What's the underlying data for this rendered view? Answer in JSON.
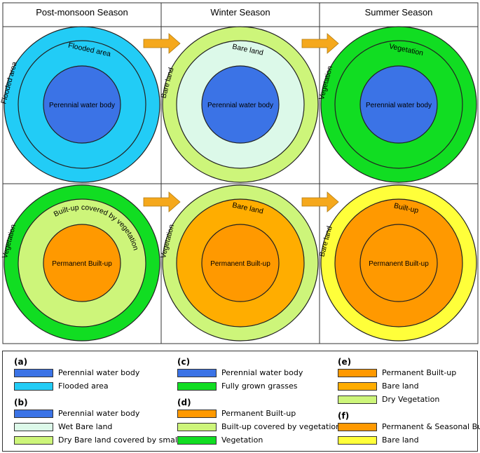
{
  "columns": [
    "Post-monsoon Season",
    "Winter Season",
    "Summer Season"
  ],
  "panels": [
    {
      "rings": [
        {
          "color": "#22ccf6",
          "label": "Flooded area",
          "label_mode": "side"
        },
        {
          "color": "#22ccf6",
          "label": "Flooded area",
          "label_mode": "top"
        },
        {
          "color": "#3b73e6",
          "label": "Perennial water body",
          "label_mode": "center"
        }
      ]
    },
    {
      "rings": [
        {
          "color": "#cdf57a",
          "label": "Bare land",
          "label_mode": "side"
        },
        {
          "color": "#dcf9e9",
          "label": "Bare land",
          "label_mode": "top"
        },
        {
          "color": "#3b73e6",
          "label": "Perennial water body",
          "label_mode": "center"
        }
      ]
    },
    {
      "rings": [
        {
          "color": "#11dd22",
          "label": "Vegetation",
          "label_mode": "side"
        },
        {
          "color": "#11dd22",
          "label": "Vegetation",
          "label_mode": "top"
        },
        {
          "color": "#3b73e6",
          "label": "Perennial water body",
          "label_mode": "center"
        }
      ]
    },
    {
      "rings": [
        {
          "color": "#11dd22",
          "label": "Vegetation",
          "label_mode": "side"
        },
        {
          "color": "#cdf57a",
          "label": "Built-up covered by vegetation",
          "label_mode": "arc"
        },
        {
          "color": "#ff9900",
          "label": "Permanent Built-up",
          "label_mode": "center"
        }
      ]
    },
    {
      "rings": [
        {
          "color": "#cdf57a",
          "label": "Vegetation",
          "label_mode": "side"
        },
        {
          "color": "#ffad00",
          "label": "Bare land",
          "label_mode": "top"
        },
        {
          "color": "#ff9900",
          "label": "Permanent Built-up",
          "label_mode": "center"
        }
      ]
    },
    {
      "rings": [
        {
          "color": "#ffff3a",
          "label": "Bare land",
          "label_mode": "side"
        },
        {
          "color": "#ff9900",
          "label": "Built-up",
          "label_mode": "top"
        },
        {
          "color": "#ff9900",
          "label": "Permanent Built-up",
          "label_mode": "center"
        }
      ]
    }
  ],
  "arrow_color": "#f5a81c",
  "legend": [
    {
      "title": "(a)",
      "items": [
        {
          "label": "Perennial water body",
          "color": "#3b73e6"
        },
        {
          "label": "Flooded area",
          "color": "#22ccf6"
        }
      ]
    },
    {
      "title": "(b)",
      "items": [
        {
          "label": "Perennial water body",
          "color": "#3b73e6"
        },
        {
          "label": "Wet Bare land",
          "color": "#dcf9e9"
        },
        {
          "label": "Dry Bare land covered by small grasses",
          "color": "#cdf57a"
        }
      ]
    },
    {
      "title": "(c)",
      "items": [
        {
          "label": "Perennial water body",
          "color": "#3b73e6"
        },
        {
          "label": "Fully grown grasses",
          "color": "#11dd22"
        }
      ]
    },
    {
      "title": "(d)",
      "items": [
        {
          "label": "Permanent Built-up",
          "color": "#ff9900"
        },
        {
          "label": "Built-up covered by vegetation",
          "color": "#cdf57a"
        },
        {
          "label": "Vegetation",
          "color": "#11dd22"
        }
      ]
    },
    {
      "title": "(e)",
      "items": [
        {
          "label": "Permanent Built-up",
          "color": "#ff9900"
        },
        {
          "label": "Bare land",
          "color": "#ffad00"
        },
        {
          "label": "Dry Vegetation",
          "color": "#cdf57a"
        }
      ]
    },
    {
      "title": "(f)",
      "items": [
        {
          "label": "Permanent & Seasonal Built-up",
          "color": "#ff9900"
        },
        {
          "label": "Bare land",
          "color": "#ffff3a"
        }
      ]
    }
  ]
}
